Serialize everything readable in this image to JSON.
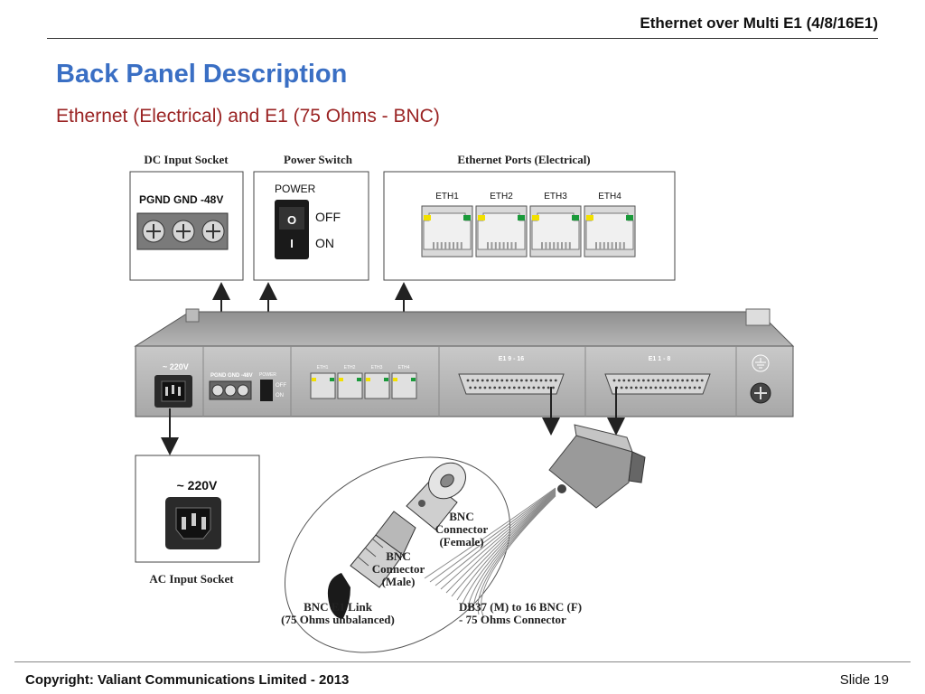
{
  "header": {
    "title": "Ethernet over Multi E1 (4/8/16E1)"
  },
  "slide": {
    "title": "Back Panel Description",
    "subtitle": "Ethernet (Electrical) and E1 (75 Ohms - BNC)"
  },
  "diagram": {
    "dc_input": {
      "heading": "DC Input Socket",
      "terminals": "PGND GND -48V"
    },
    "power_switch": {
      "heading": "Power Switch",
      "label": "POWER",
      "off": "OFF",
      "on": "ON",
      "sym_off": "O",
      "sym_on": "I"
    },
    "ethernet": {
      "heading": "Ethernet Ports (Electrical)",
      "ports": [
        "ETH1",
        "ETH2",
        "ETH3",
        "ETH4"
      ]
    },
    "device": {
      "ac_label": "~ 220V",
      "dc_label": "PGND GND -48V",
      "power_label": "POWER",
      "off": "OFF",
      "on": "ON",
      "e1_high": "E1 9 - 16",
      "e1_low": "E1 1 - 8"
    },
    "ac_input": {
      "label": "~ 220V",
      "caption": "AC Input Socket"
    },
    "bnc_female": [
      "BNC",
      "Connector",
      "(Female)"
    ],
    "bnc_male": [
      "BNC",
      "Connector",
      "(Male)"
    ],
    "bnc_link": [
      "BNC E1 Link",
      "(75 Ohms unbalanced)"
    ],
    "db37": [
      "DB37 (M) to 16 BNC (F)",
      "- 75 Ohms Connector"
    ]
  },
  "footer": {
    "copyright": "Copyright: Valiant Communications Limited - 2013",
    "slide": "Slide 19"
  },
  "colors": {
    "title": "#3a6fc4",
    "subtitle": "#9a2323",
    "led_yellow": "#f2e000",
    "led_green": "#1a9a3a"
  }
}
